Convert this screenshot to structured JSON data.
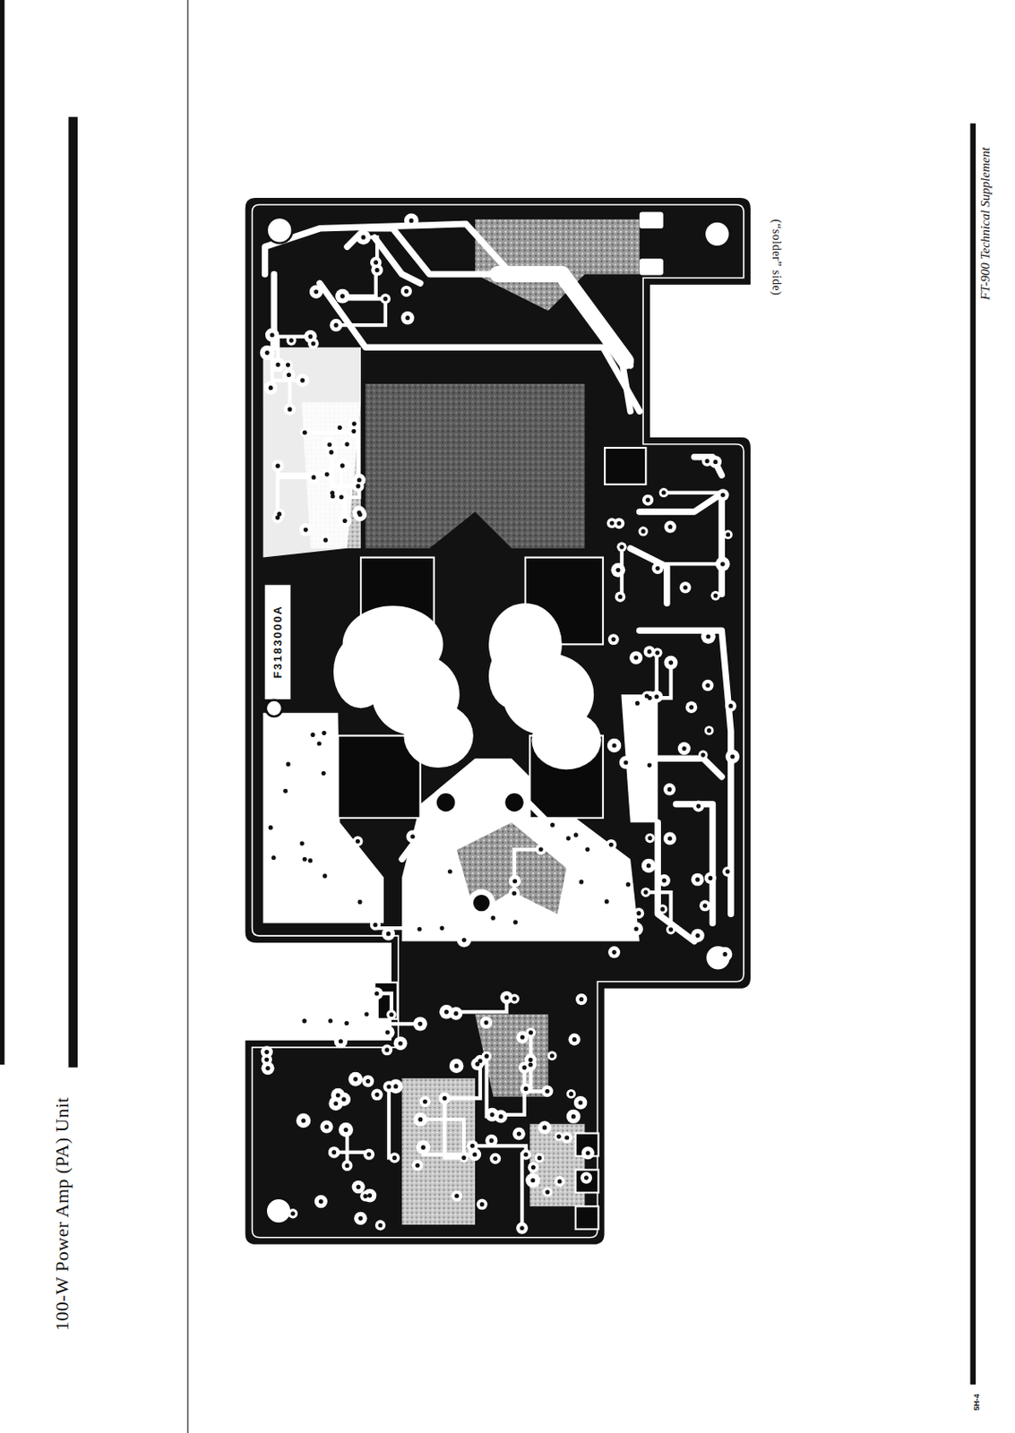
{
  "diagram": {
    "title": "100-W Power Amp (PA) Unit",
    "labels": [
      "(“solder” side)",
      "F3183000A",
      "FT-900 Technical Supplement",
      "5H-4"
    ]
  }
}
